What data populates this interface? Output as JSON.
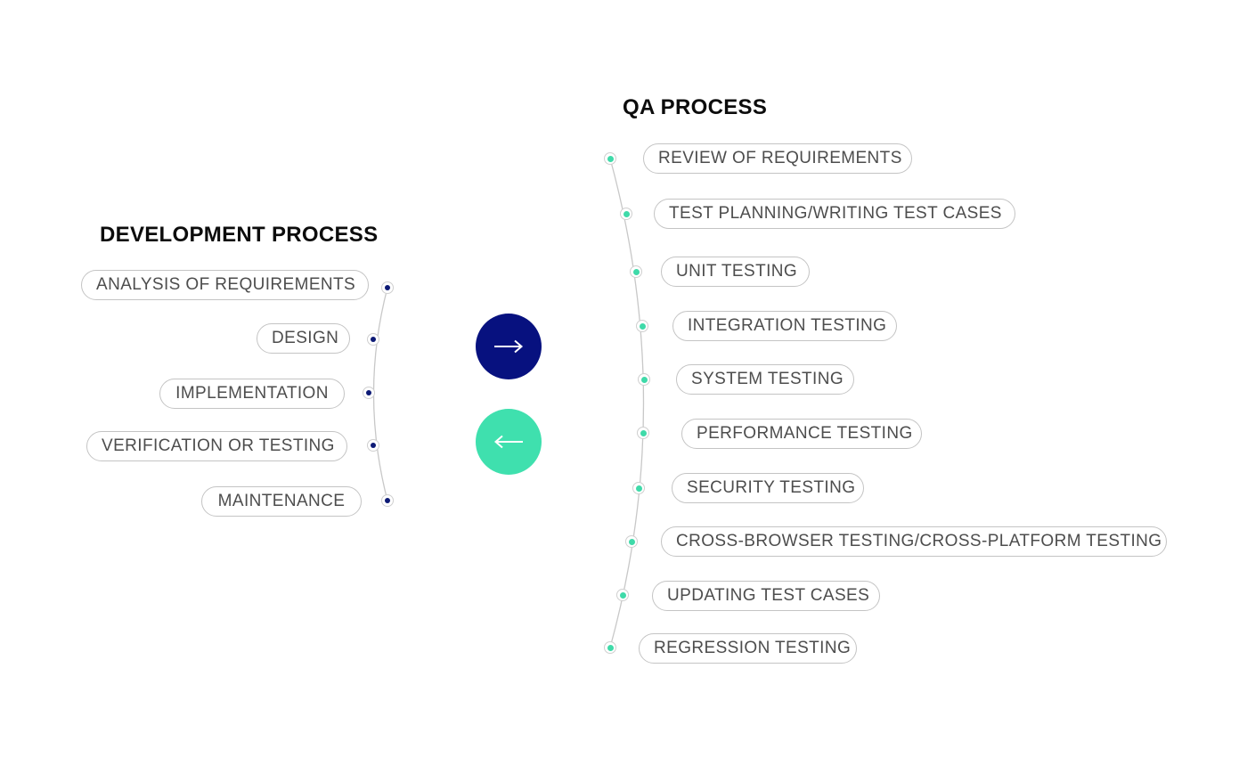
{
  "development": {
    "title": "DEVELOPMENT PROCESS",
    "steps": [
      "ANALYSIS OF REQUIREMENTS",
      "DESIGN",
      "IMPLEMENTATION",
      "VERIFICATION OR TESTING",
      "MAINTENANCE"
    ]
  },
  "qa": {
    "title": "QA PROCESS",
    "steps": [
      "REVIEW OF REQUIREMENTS",
      "TEST PLANNING/WRITING TEST CASES",
      "UNIT TESTING",
      "INTEGRATION TESTING",
      "SYSTEM TESTING",
      "PERFORMANCE TESTING",
      "SECURITY TESTING",
      "CROSS-BROWSER TESTING/CROSS-PLATFORM TESTING",
      "UPDATING TEST CASES",
      "REGRESSION TESTING"
    ]
  },
  "controls": {
    "next_icon": "arrow-right-icon",
    "prev_icon": "arrow-left-icon"
  },
  "colors": {
    "dev_accent": "#07117f",
    "qa_accent": "#3fe0ae"
  }
}
